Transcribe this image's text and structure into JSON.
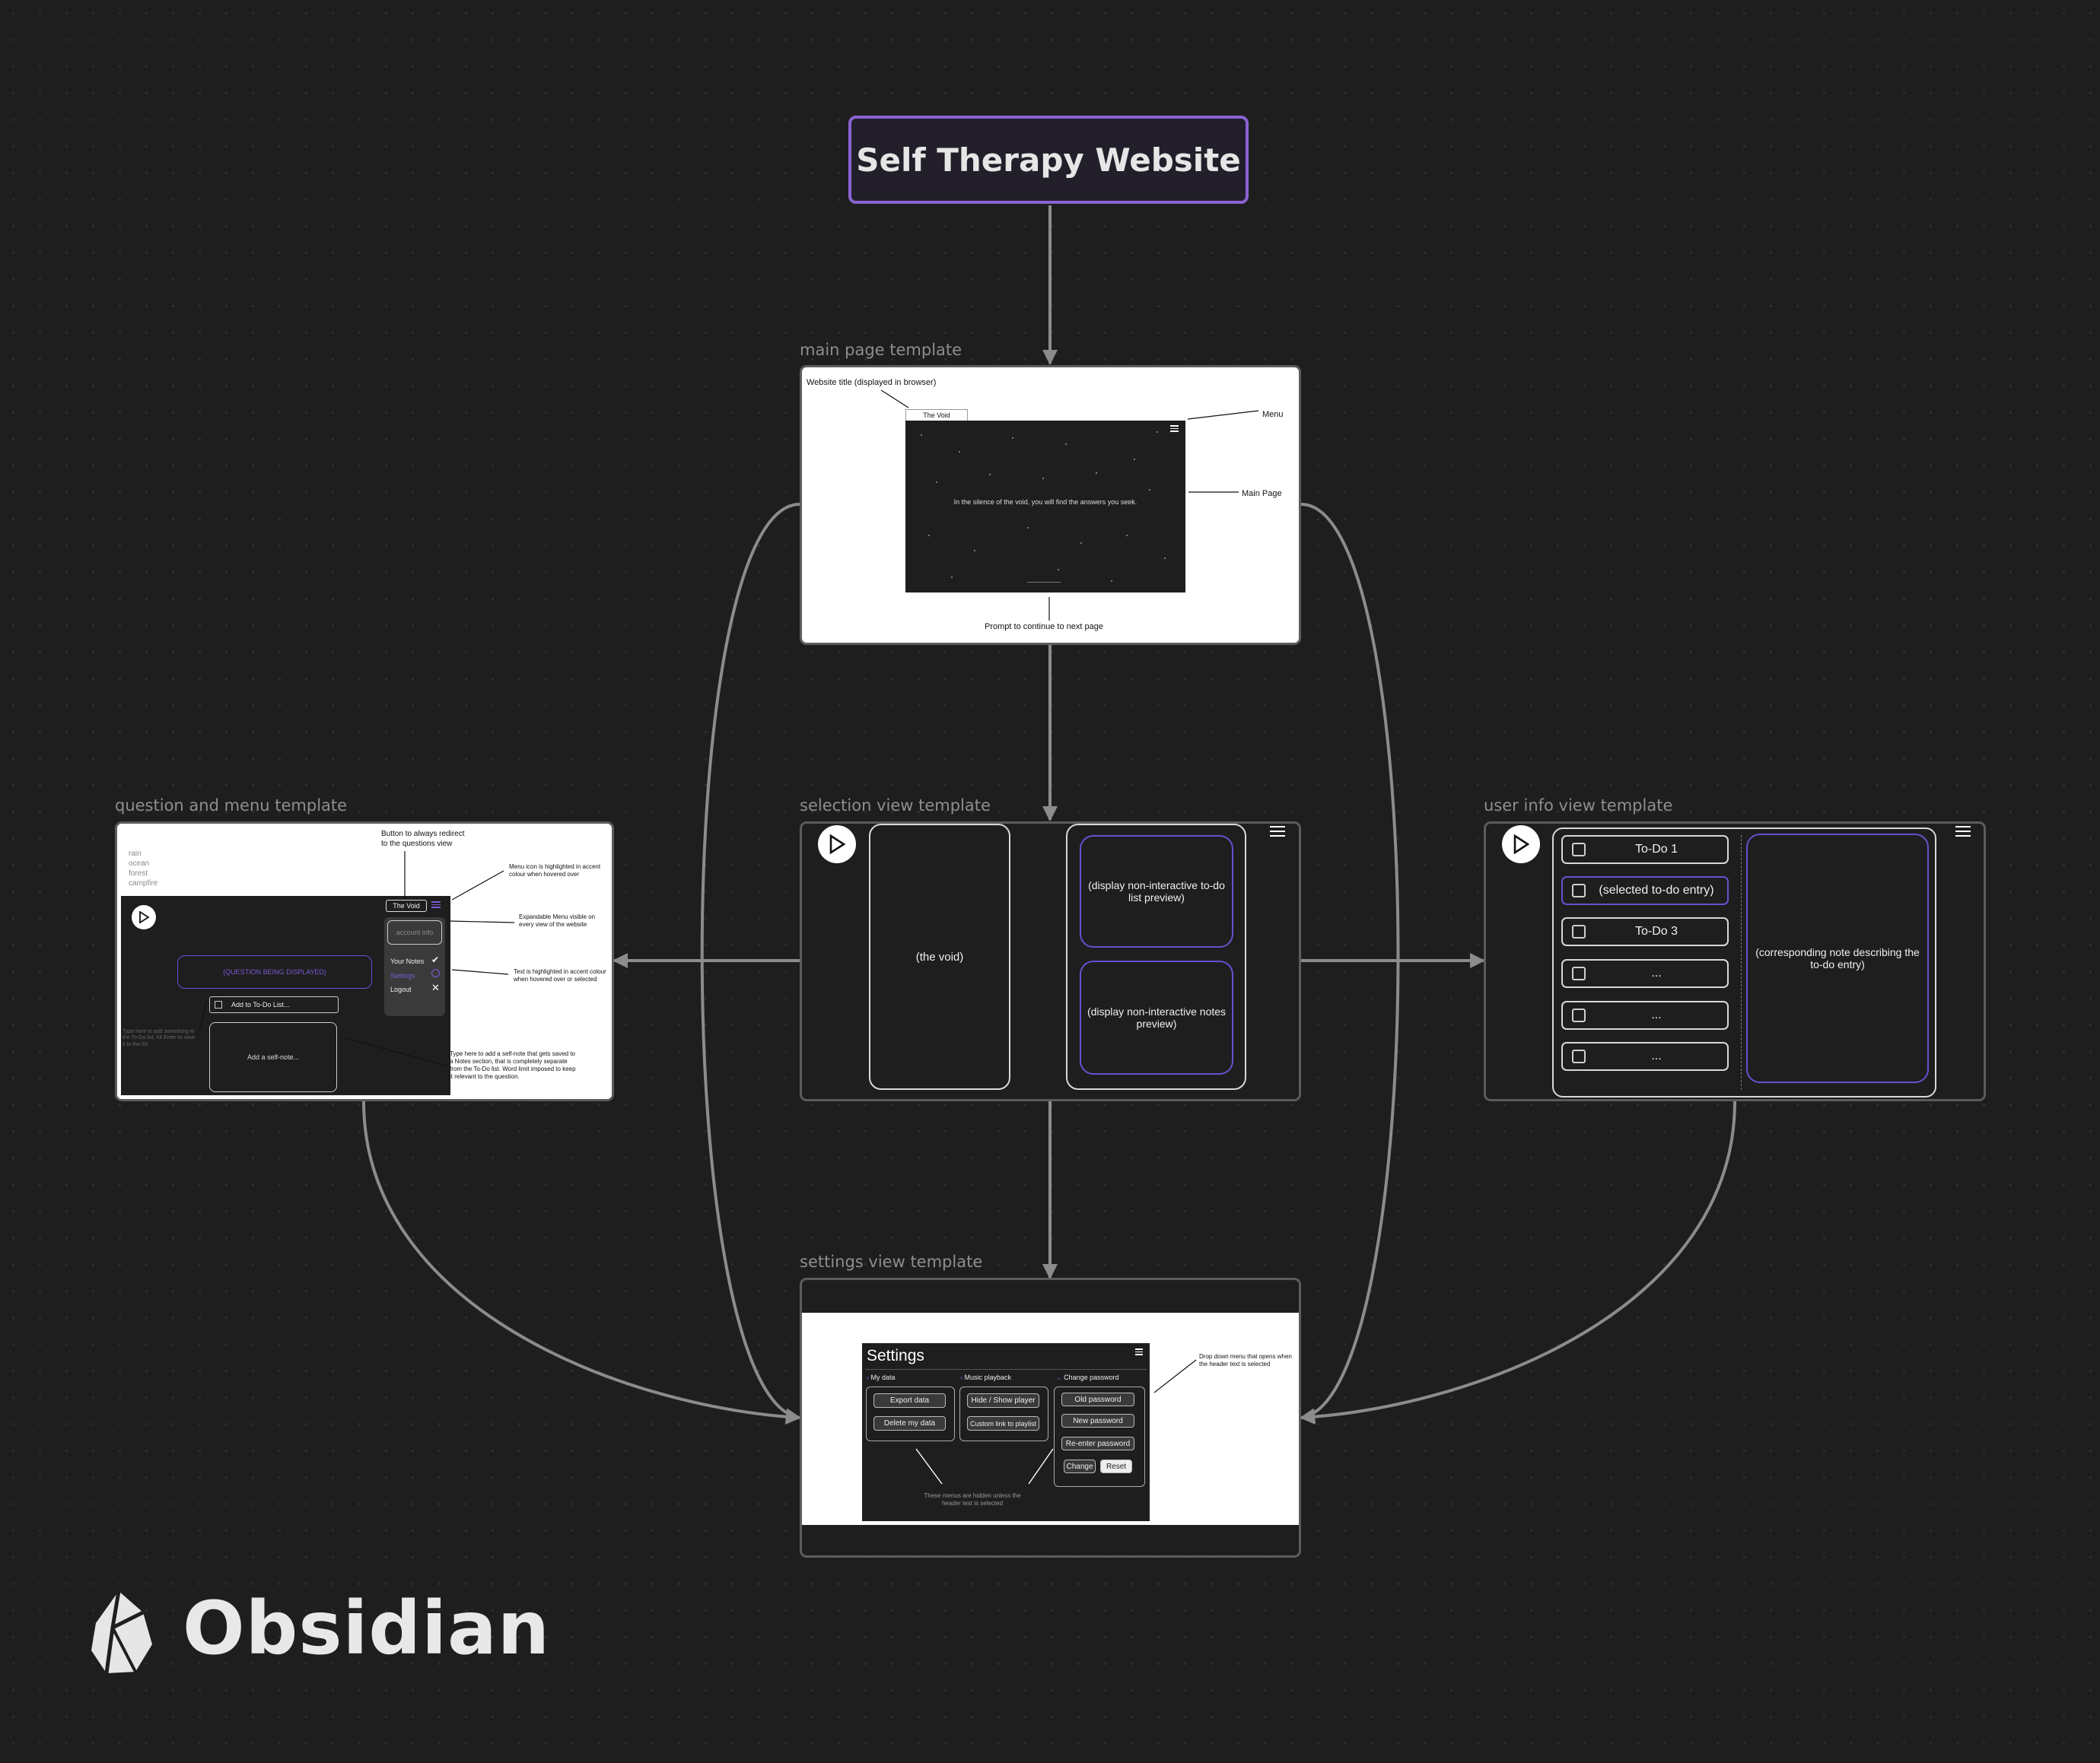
{
  "title_node": "Self Therapy Website",
  "groups": {
    "main": "main page template",
    "question": "question and menu template",
    "selection": "selection view template",
    "userinfo": "user info view template",
    "settings": "settings view template"
  },
  "main_page": {
    "browser_title_label": "Website title (displayed in browser)",
    "tab_text": "The Void",
    "center_text": "In the silence of the void, you will find the answers you seek.",
    "menu_label": "Menu",
    "main_page_label": "Main Page",
    "prompt_label": "Prompt to continue to next page"
  },
  "question_page": {
    "sounds": [
      "rain",
      "ocean",
      "forest",
      "campfire"
    ],
    "redirect_note": "Button to always redirect to the questions view",
    "void_button": "The Void",
    "account_info": "account info",
    "menu_items": [
      "Your Notes",
      "Settings",
      "Logout"
    ],
    "question_text": "(QUESTION BEING DISPLAYED)",
    "todo_button": "Add to To-Do List...",
    "self_note": "Add a self-note...",
    "hint_todo": "Type here to add something to the To-Do list, hit Enter to save it to the list",
    "note_menu_icon": "Menu icon is highlighted in accent colour when hovered over",
    "note_expandable": "Expandable Menu visible on every view of the website",
    "note_text_highlight": "Text is highlighted in accent colour when hovered over or selected",
    "note_self_note": "Type here to add a self-note that gets saved to a Notes section, that is completely separate from the To-Do list. Word limit imposed to keep it relevant to the question."
  },
  "selection_page": {
    "void": "(the void)",
    "todo_preview": "(display non-interactive to-do list preview)",
    "notes_preview": "(display non-interactive notes preview)"
  },
  "userinfo_page": {
    "todos": [
      "To-Do 1",
      "(selected to-do entry)",
      "To-Do 3",
      "...",
      "...",
      "..."
    ],
    "note": "(corresponding note describing the to-do entry)"
  },
  "settings_page": {
    "title": "Settings",
    "sections": [
      "My data",
      "Music playback",
      "Change password"
    ],
    "data_buttons": [
      "Export data",
      "Delete my data"
    ],
    "music_buttons": [
      "Hide / Show player",
      "Custom link to playlist"
    ],
    "password_buttons": [
      "Old password",
      "New password",
      "Re-enter password"
    ],
    "actions": [
      "Change",
      "Reset"
    ],
    "note_dropdown": "Drop down menu that opens when the header text is selected",
    "note_hidden": "These menus are hidden unless the header text is selected"
  },
  "brand": "Obsidian",
  "colors": {
    "accent": "#8a63d2",
    "edge": "#8c8c8c",
    "canvas": "#1e1e1e"
  }
}
